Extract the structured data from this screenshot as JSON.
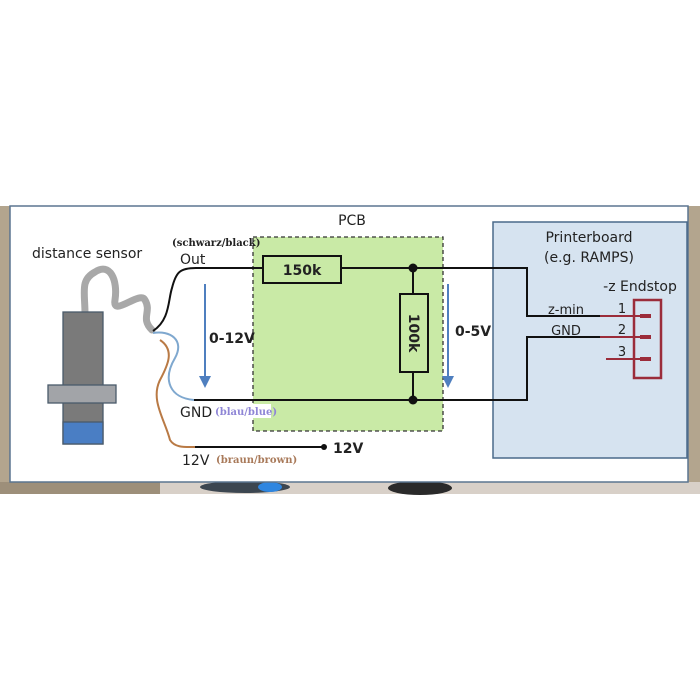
{
  "diagram": {
    "sensor": {
      "title": "distance sensor",
      "out_label": "Out",
      "out_color_note": "(schwarz/black)",
      "gnd_label": "GND",
      "gnd_color_note": "(blau/blue)",
      "v12_label": "12V",
      "v12_color_note": "(braun/brown)",
      "voltage_range": "0-12V"
    },
    "pcb": {
      "title": "PCB",
      "r1_label": "150k",
      "r2_label": "100k",
      "output_range": "0-5V",
      "supply_label": "12V"
    },
    "printerboard": {
      "title_line1": "Printerboard",
      "title_line2": "(e.g. RAMPS)",
      "endstop_label": "-z Endstop",
      "zmin_label": "z-min",
      "gnd_label": "GND",
      "pins": [
        "1",
        "2",
        "3"
      ]
    },
    "colors": {
      "pcb_fill": "#c9eaa6",
      "board_fill": "#d6e3f0",
      "board_border": "#4a6a8a",
      "wire_black": "#111111",
      "wire_blue": "#7fa8cf",
      "wire_brown": "#b97a45",
      "arrow_blue": "#4f7fbf",
      "connector_red": "#9b2c3a",
      "sensor_gray": "#7a7a7a",
      "sensor_blue": "#4a7ec4",
      "note_blue": "#8f86d6",
      "note_brown": "#a97a5a"
    }
  }
}
